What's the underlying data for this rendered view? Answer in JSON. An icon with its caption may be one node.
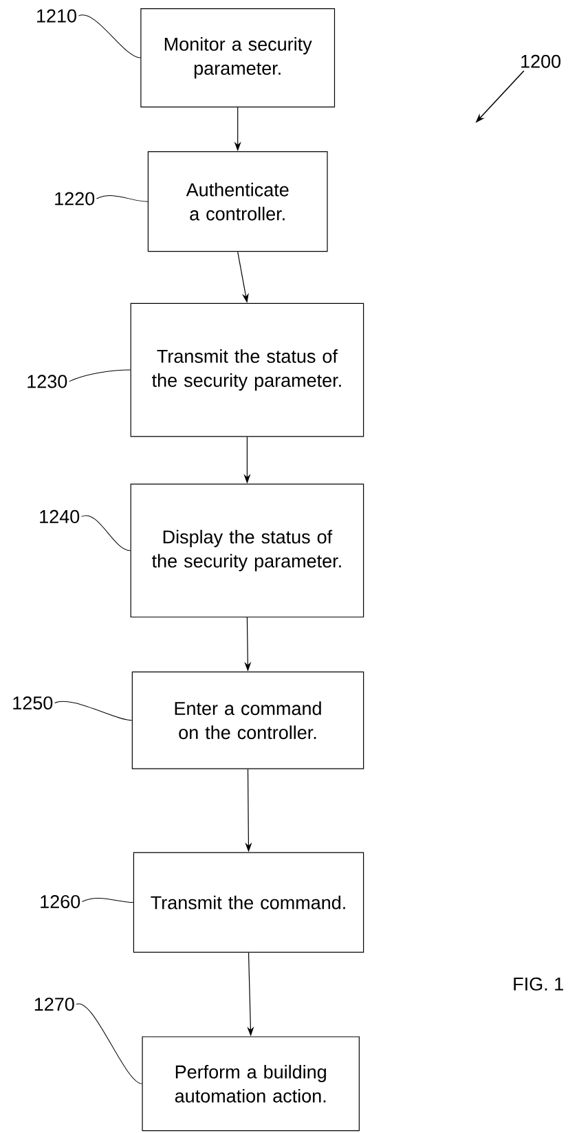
{
  "diagram": {
    "nodes": [
      {
        "text": [
          "Monitor a security parameter."
        ]
      },
      {
        "text": [
          "Authenticate a controller."
        ]
      },
      {
        "text": [
          "Transmit the status of the security parameter."
        ]
      },
      {
        "text": [
          "Display the status of the security parameter."
        ]
      },
      {
        "text": [
          "Enter a command on the controller."
        ]
      },
      {
        "text": [
          "Transmit the command."
        ]
      },
      {
        "text": [
          "Perform a building automation action."
        ]
      },
      {
        "text": [
          "1210"
        ]
      },
      {
        "text": [
          "1220"
        ]
      },
      {
        "text": [
          "1230"
        ]
      },
      {
        "text": [
          "1240"
        ]
      },
      {
        "text": [
          "1250"
        ]
      },
      {
        "text": [
          "1260"
        ]
      },
      {
        "text": [
          "1270"
        ]
      },
      {
        "text": [
          "1200"
        ]
      }
    ],
    "edges": [
      {
        "from": 0,
        "to": 1,
        "arrow": "to"
      },
      {
        "from": 1,
        "to": 2,
        "arrow": "to"
      },
      {
        "from": 2,
        "to": 3,
        "arrow": "to"
      },
      {
        "from": 3,
        "to": 4,
        "arrow": "to"
      },
      {
        "from": 4,
        "to": 5,
        "arrow": "to"
      },
      {
        "from": 5,
        "to": 6,
        "arrow": "to"
      },
      {
        "from": 7,
        "to": 0,
        "arrow": "none"
      },
      {
        "from": 8,
        "to": 1,
        "arrow": "none"
      },
      {
        "from": 9,
        "to": 2,
        "arrow": "none"
      },
      {
        "from": 10,
        "to": 3,
        "arrow": "none"
      },
      {
        "from": 11,
        "to": 4,
        "arrow": "none"
      },
      {
        "from": 12,
        "to": 5,
        "arrow": "none"
      },
      {
        "from": 13,
        "to": 6,
        "arrow": "none"
      },
      {
        "from": 14,
        "to": null,
        "arrow": "to"
      }
    ],
    "labels": [
      "FIG. 1"
    ]
  }
}
